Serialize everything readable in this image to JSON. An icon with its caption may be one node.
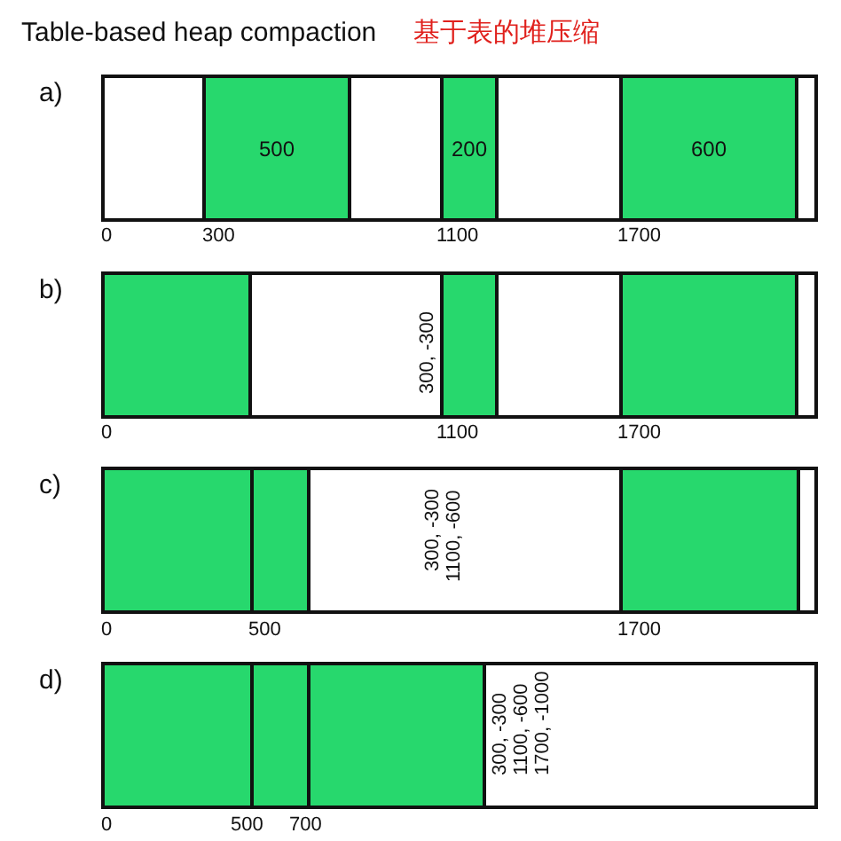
{
  "diagram": {
    "title": "Table-based heap compaction",
    "nodes": [
      {
        "text": [],
        "shape": "bar"
      },
      {
        "text": [
          "500"
        ],
        "in": 0
      },
      {
        "text": [
          "200"
        ],
        "in": 0
      },
      {
        "text": [
          "600"
        ],
        "in": 0
      },
      {
        "text": [],
        "shape": "bar"
      },
      {
        "text": [],
        "shape": "box",
        "in": 4
      },
      {
        "text": [],
        "shape": "box",
        "in": 4
      },
      {
        "text": [],
        "shape": "box",
        "in": 4
      },
      {
        "text": [],
        "shape": "bar"
      },
      {
        "text": [],
        "shape": "box",
        "in": 8
      },
      {
        "text": [],
        "shape": "box",
        "in": 8
      },
      {
        "text": [],
        "shape": "box",
        "in": 8
      },
      {
        "text": [],
        "shape": "bar"
      },
      {
        "text": [],
        "shape": "box",
        "in": 12
      },
      {
        "text": [],
        "shape": "box",
        "in": 12
      },
      {
        "text": [],
        "shape": "box",
        "in": 12
      }
    ],
    "labels": [
      "基于表的堆压缩",
      "a)",
      "0",
      "300",
      "1100",
      "1700",
      "b)",
      "300, -300",
      "0",
      "1100",
      "1700",
      "c)",
      "300, -300",
      "1100, -600",
      "0",
      "500",
      "1700",
      "d)",
      "300, -300",
      "1100, -600",
      "1700, -1000",
      "0",
      "500",
      "700"
    ]
  }
}
